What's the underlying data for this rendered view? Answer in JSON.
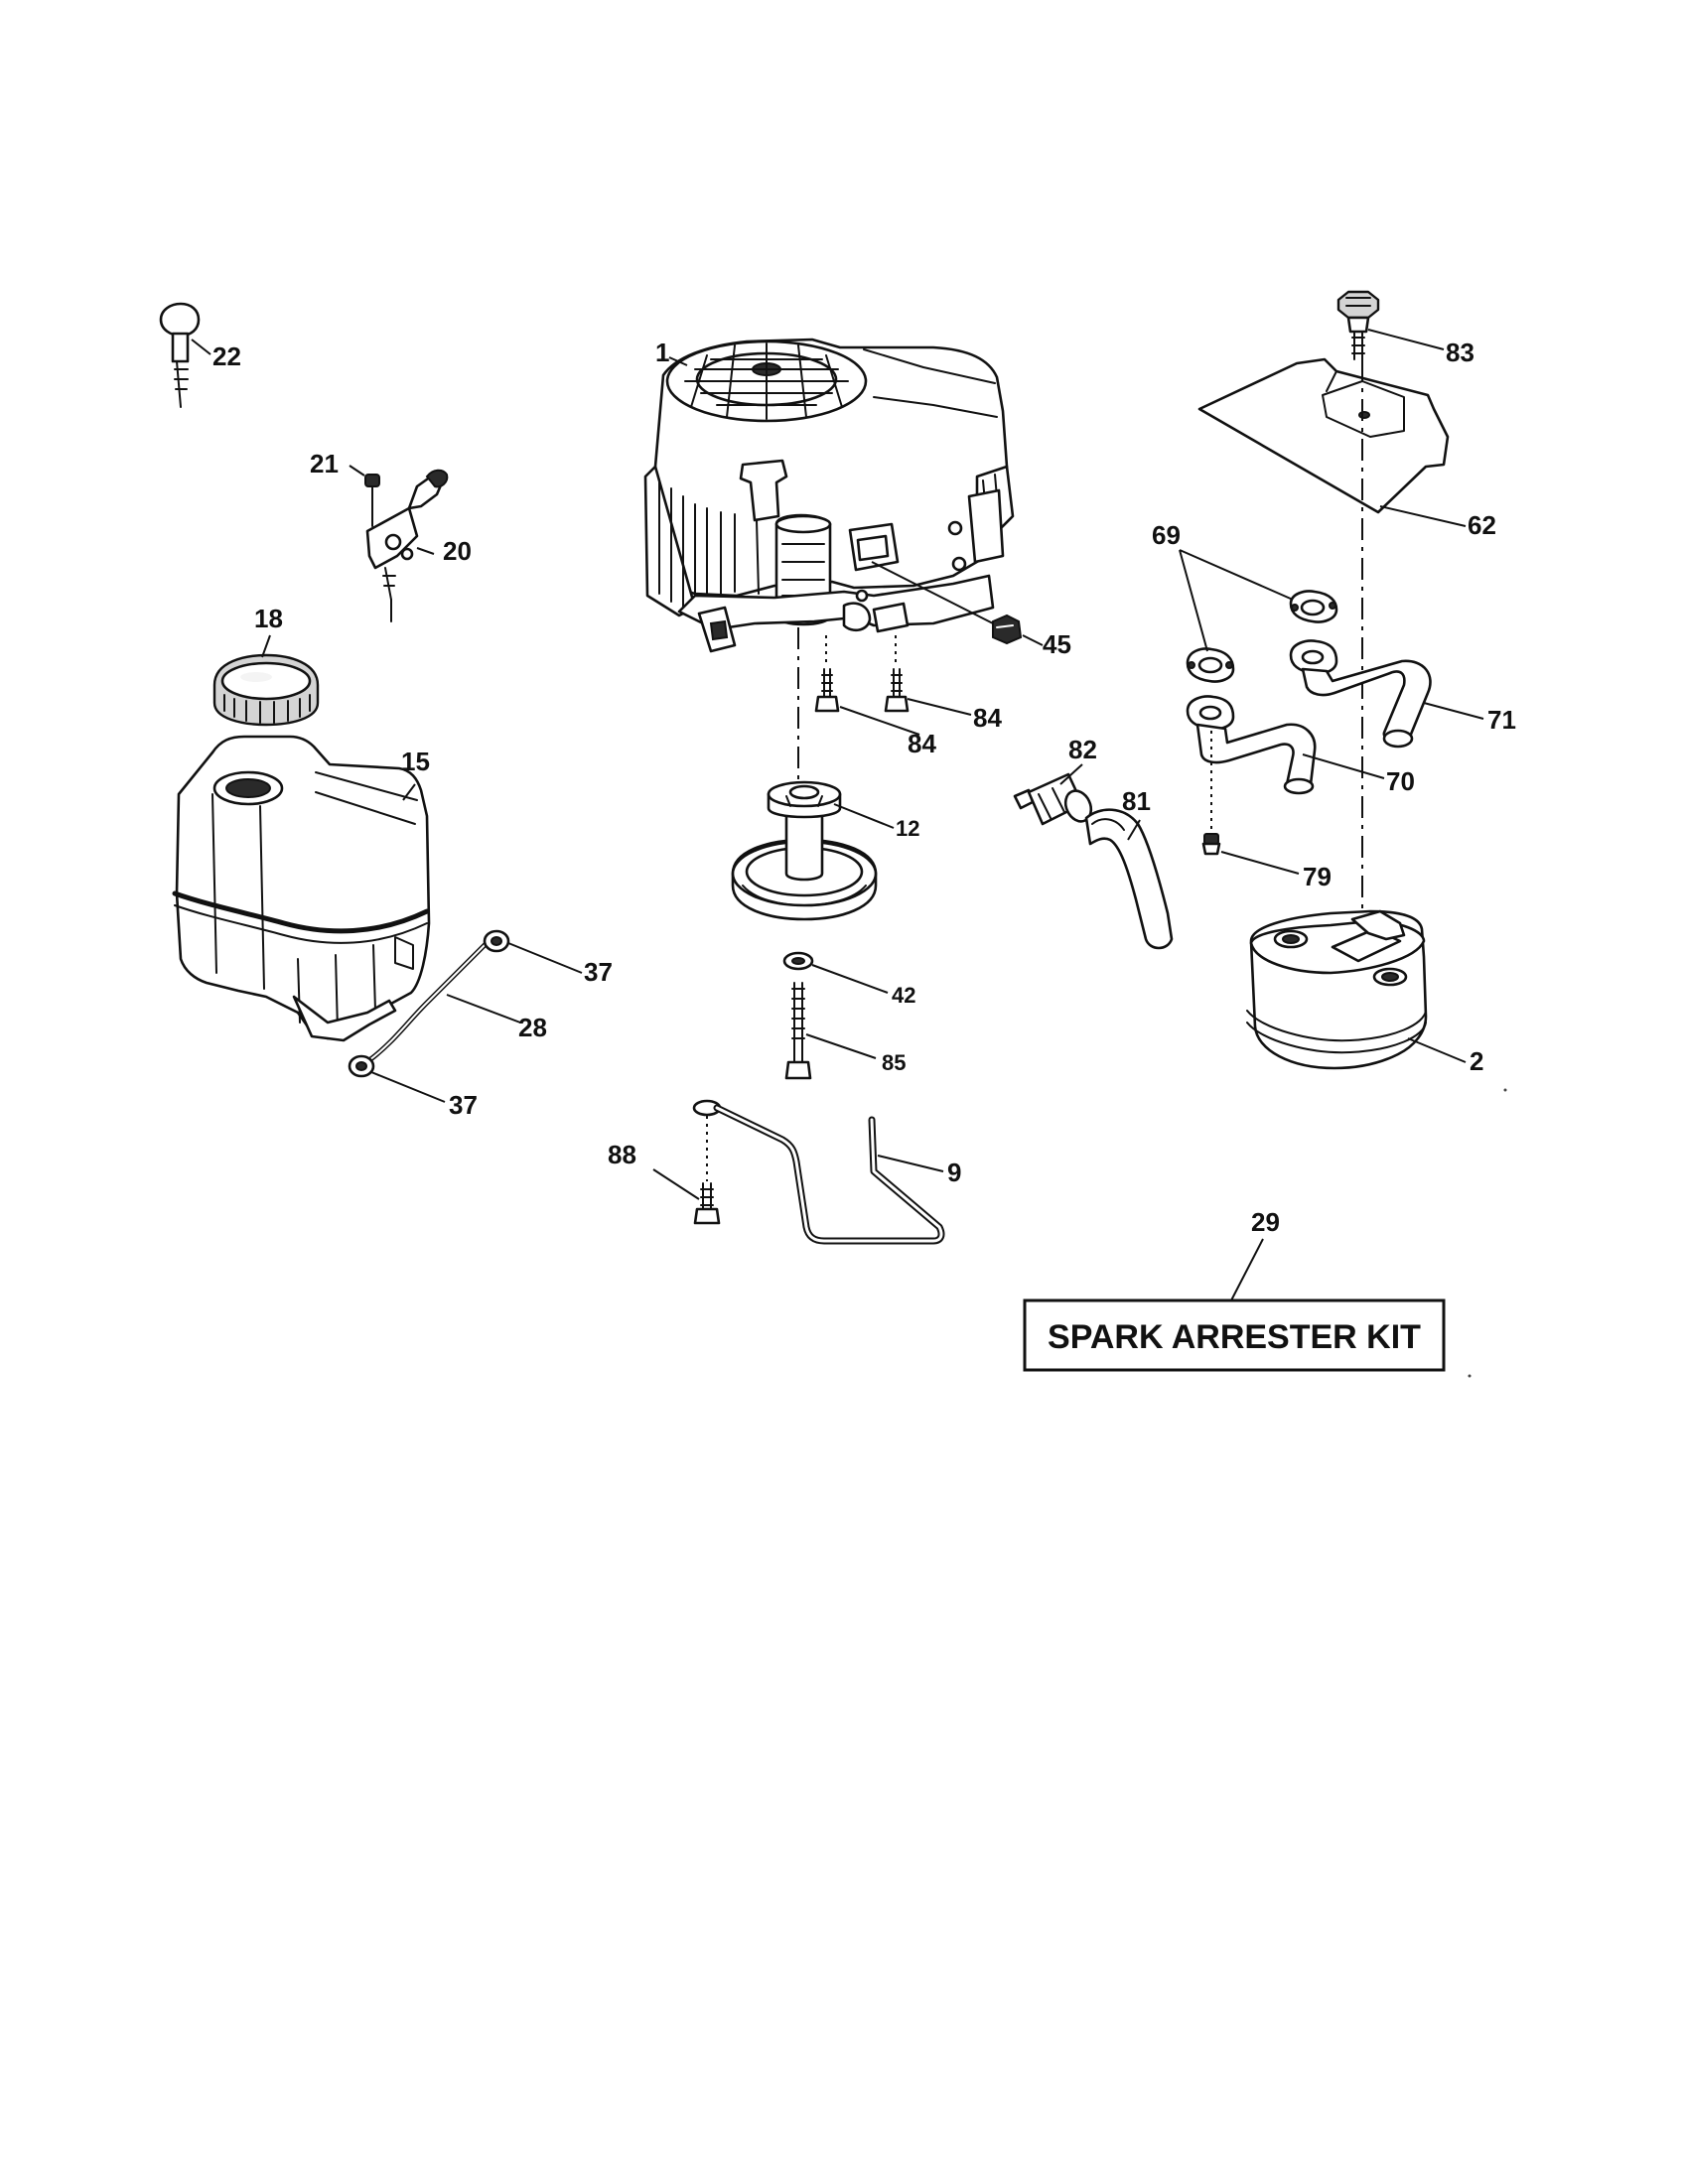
{
  "callouts": {
    "c1": "1",
    "c2": "2",
    "c9": "9",
    "c12": "12",
    "c15": "15",
    "c18": "18",
    "c20": "20",
    "c21": "21",
    "c22": "22",
    "c28": "28",
    "c29": "29",
    "c37a": "37",
    "c37b": "37",
    "c42": "42",
    "c45": "45",
    "c62": "62",
    "c69": "69",
    "c70": "70",
    "c71": "71",
    "c79": "79",
    "c81": "81",
    "c82": "82",
    "c83": "83",
    "c84a": "84",
    "c84b": "84",
    "c85": "85",
    "c88": "88"
  },
  "kit_box": {
    "label": "SPARK ARRESTER KIT"
  }
}
